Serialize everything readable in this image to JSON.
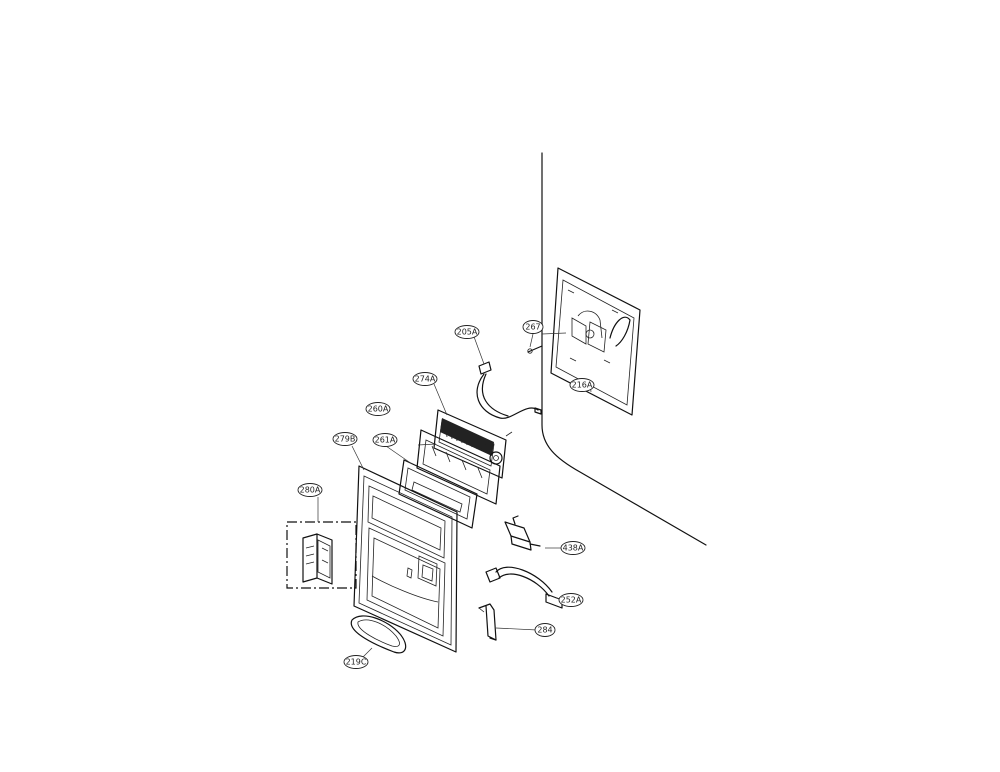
{
  "callouts": {
    "p205a": "205A",
    "p267": "267",
    "p216a": "216A",
    "p274a": "274A",
    "p260a": "260A",
    "p261a": "261A",
    "p279b": "279B",
    "p280a": "280A",
    "p438a": "438A",
    "p252a": "252A",
    "p284": "284",
    "p219c": "219C"
  }
}
